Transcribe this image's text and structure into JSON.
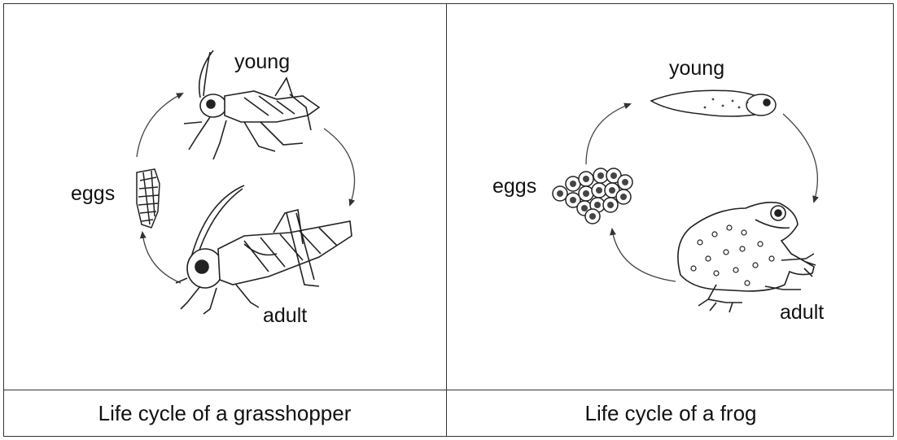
{
  "panels": [
    {
      "labels": {
        "young": "young",
        "eggs": "eggs",
        "adult": "adult"
      },
      "caption": "Life cycle of a grasshopper"
    },
    {
      "labels": {
        "young": "young",
        "eggs": "eggs",
        "adult": "adult"
      },
      "caption": "Life cycle of a frog"
    }
  ],
  "icons": {
    "grasshopper_young": "grasshopper-nymph-illustration",
    "grasshopper_eggs": "grasshopper-egg-pod-illustration",
    "grasshopper_adult": "grasshopper-adult-illustration",
    "frog_young": "tadpole-illustration",
    "frog_eggs": "frog-egg-cluster-illustration",
    "frog_adult": "frog-adult-illustration"
  },
  "colors": {
    "line": "#333333",
    "background": "#ffffff"
  }
}
